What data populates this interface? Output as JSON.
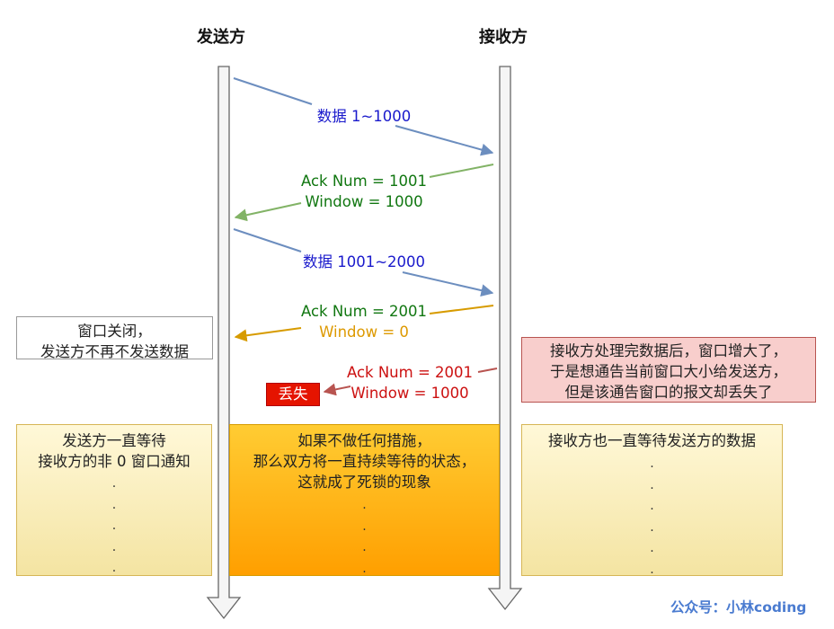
{
  "lanes": {
    "sender": "发送方",
    "receiver": "接收方"
  },
  "messages": [
    {
      "lines": [
        "数据 1~1000"
      ],
      "from": "sender",
      "color": "#6c8ebf"
    },
    {
      "lines": [
        "Ack Num = 1001",
        "Window = 1000"
      ],
      "from": "receiver",
      "color": "#82b366"
    },
    {
      "lines": [
        "数据 1001~2000"
      ],
      "from": "sender",
      "color": "#6c8ebf"
    },
    {
      "lines": [
        "Ack Num = 2001",
        "Window = 0"
      ],
      "from": "receiver",
      "color": "#d79b00"
    },
    {
      "lines": [
        "Ack Num = 2001",
        "Window = 1000"
      ],
      "from": "receiver",
      "color": "#b85450",
      "lost": true
    }
  ],
  "lost_label": "丢失",
  "notes": {
    "window_closed": [
      "窗口关闭，",
      "发送方不再不发送数据"
    ],
    "window_increased": [
      "接收方处理完数据后，窗口增大了，",
      "于是想通告当前窗口大小给发送方，",
      "但是该通告窗口的报文却丢失了"
    ],
    "sender_wait": [
      "发送方一直等待",
      "接收方的非 0 窗口通知"
    ],
    "deadlock": [
      "如果不做任何措施，",
      "那么双方将一直持续等待的状态，",
      "这就成了死锁的现象"
    ],
    "receiver_wait": [
      "接收方也一直等待发送方的数据"
    ],
    "ellipsis": "."
  },
  "watermark": "公众号：小林coding",
  "colors": {
    "data_arrow": "#6c8ebf",
    "ack_arrow": "#82b366",
    "zero_window_arrow": "#d79b00",
    "lost_arrow": "#b85450"
  }
}
